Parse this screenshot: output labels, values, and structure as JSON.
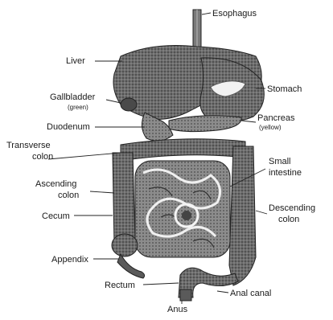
{
  "labels": {
    "esophagus": "Esophagus",
    "liver": "Liver",
    "stomach": "Stomach",
    "gallbladder": "Gallbladder",
    "gallbladder_note": "(green)",
    "pancreas": "Pancreas",
    "pancreas_note": "(yellow)",
    "duodenum": "Duodenum",
    "transverse_colon_1": "Transverse",
    "transverse_colon_2": "colon",
    "ascending_colon_1": "Ascending",
    "ascending_colon_2": "colon",
    "small_intestine_1": "Small",
    "small_intestine_2": "intestine",
    "descending_colon_1": "Descending",
    "descending_colon_2": "colon",
    "cecum": "Cecum",
    "appendix": "Appendix",
    "rectum": "Rectum",
    "anus": "Anus",
    "anal_canal": "Anal canal"
  }
}
